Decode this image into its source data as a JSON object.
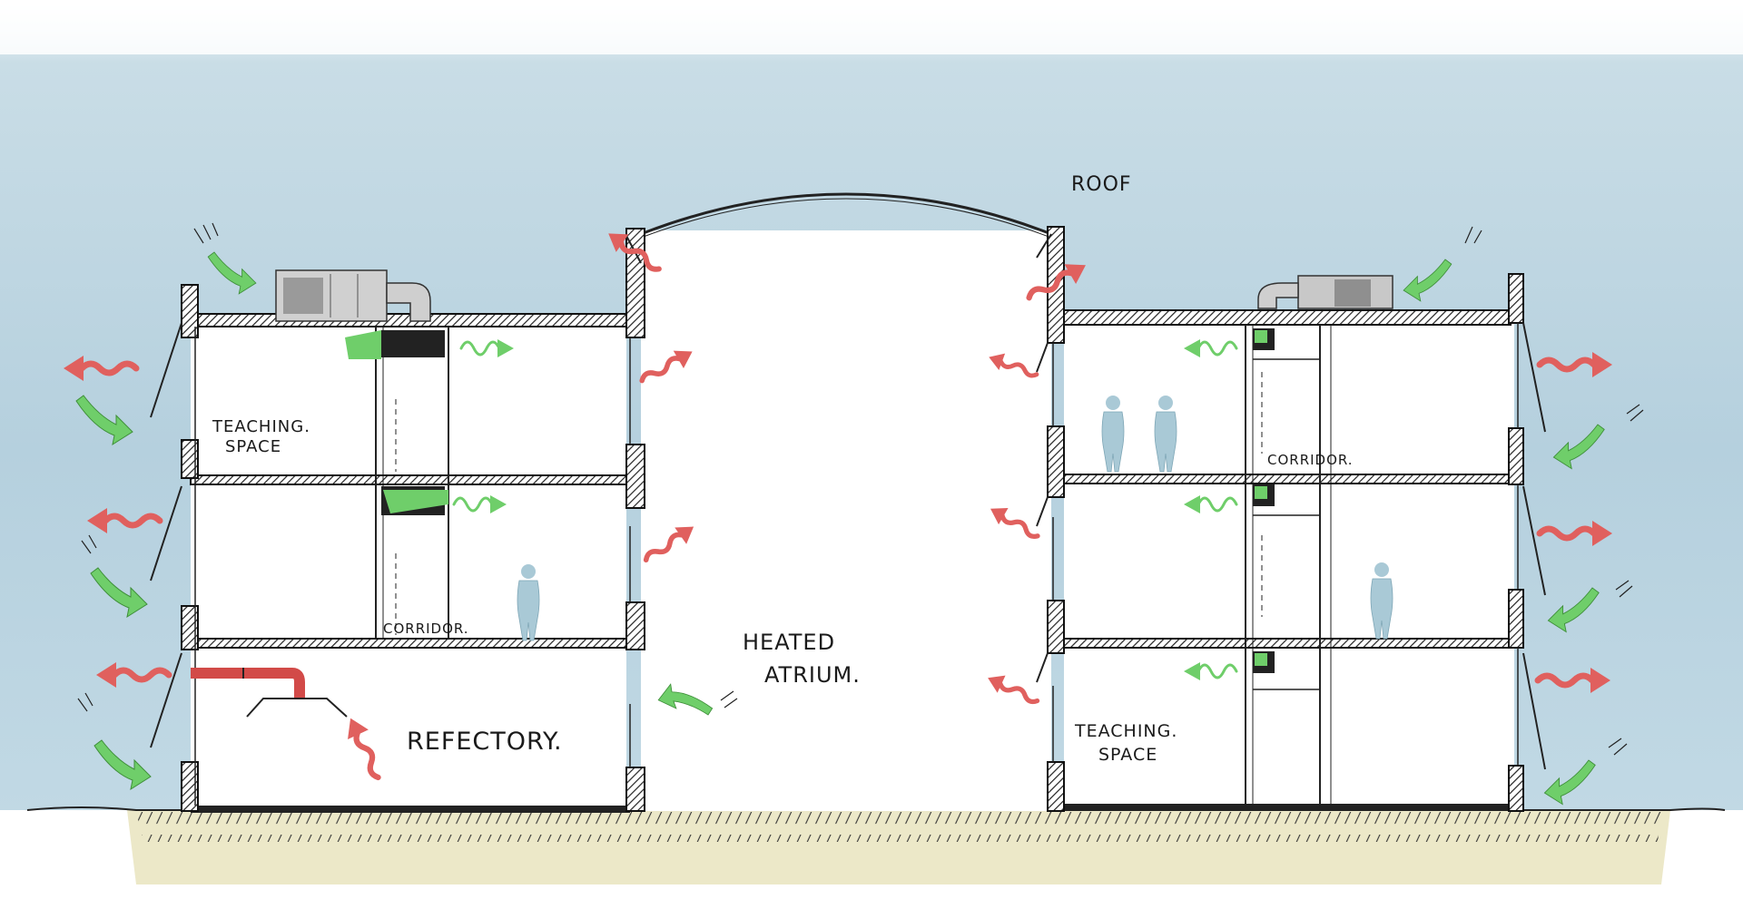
{
  "labels": {
    "roof": "ROOF",
    "teaching_space_top_left_1": "TEACHING.",
    "teaching_space_top_left_2": "SPACE",
    "corridor_left": "CORRIDOR.",
    "refectory": "REFECTORY.",
    "heated_atrium_1": "HEATED",
    "heated_atrium_2": "ATRIUM.",
    "corridor_right": "CORRIDOR.",
    "teaching_space_bottom_right_1": "TEACHING.",
    "teaching_space_bottom_right_2": "SPACE"
  },
  "colors": {
    "sky": "#b9d3e0",
    "ground": "#ece8c8",
    "warm_air": "#e0605e",
    "fresh_air": "#6fce6a",
    "figure": "#a9c9d6",
    "ink": "#1a1a1a"
  },
  "icons": [
    "fresh-air-arrow-icon",
    "warm-air-arrow-icon",
    "rooftop-air-handling-unit-icon",
    "person-figure-icon"
  ]
}
